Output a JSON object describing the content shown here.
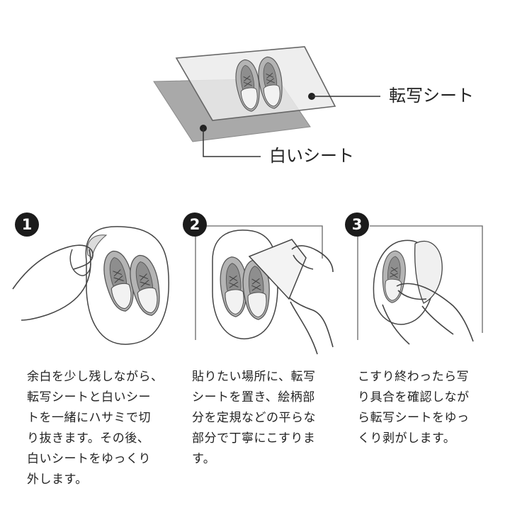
{
  "top_labels": {
    "transfer_sheet": "転写シート",
    "white_sheet": "白いシート"
  },
  "steps": [
    {
      "number": "1",
      "lines": [
        "余白を少し残しながら、",
        "転写シートと白いシー",
        "トを一緒にハサミで切",
        "り抜きます。その後、",
        "白いシートをゆっくり",
        "外します。"
      ]
    },
    {
      "number": "2",
      "lines": [
        "貼りたい場所に、転写",
        "シートを置き、絵柄部",
        "分を定規などの平らな",
        "部分で丁寧にこすりま",
        "す。"
      ]
    },
    {
      "number": "3",
      "lines": [
        "こすり終わったら写",
        "り具合を確認しなが",
        "ら転写シートをゆっ",
        "くり剥がします。"
      ]
    }
  ],
  "colors": {
    "white_sheet": "#a9a9a9",
    "transfer_sheet": "#e9e9e9",
    "line": "#555555",
    "badge": "#1b1b1b"
  },
  "icons": [
    "shoe-icon",
    "hand-icon"
  ]
}
